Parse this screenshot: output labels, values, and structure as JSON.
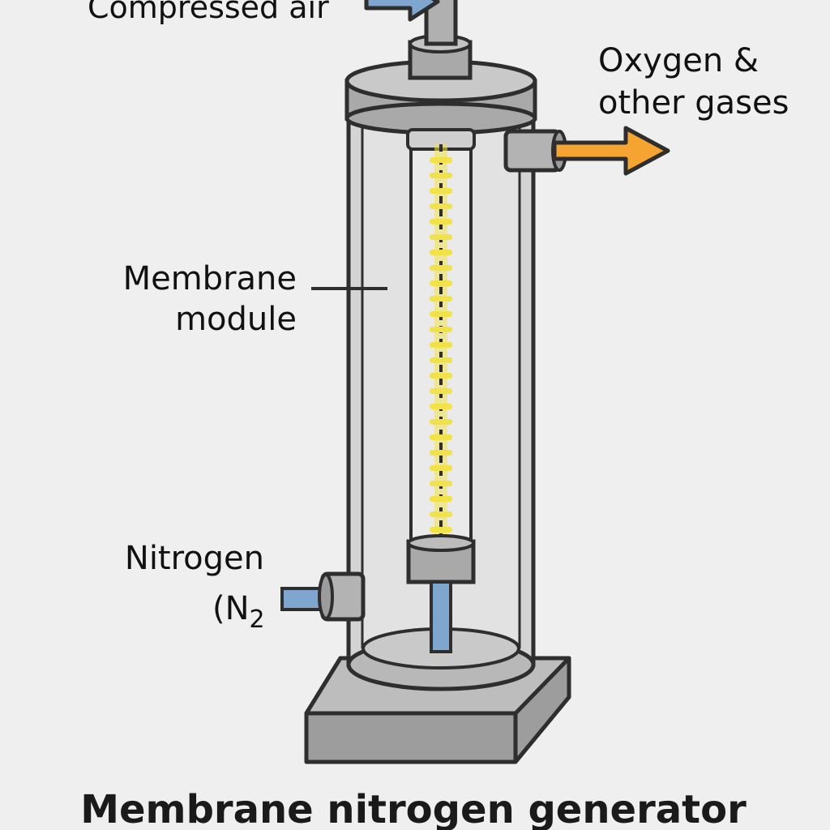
{
  "title": "Membrane nitrogen generator",
  "labels": {
    "inlet": "Compressed air",
    "outlet_line1": "Oxygen &",
    "outlet_line2": "other gases",
    "module_line1": "Membrane",
    "module_line2": "module",
    "product_line1": "Nitrogen",
    "product_line2": "(N",
    "product_subscript": "2"
  },
  "colors": {
    "background": "#efefef",
    "outline": "#2e2e2e",
    "steel": "#a9a9a9",
    "steel_light": "#c9c9c9",
    "glass": "#d8d8d8",
    "inlet_air": "#7ea6cf",
    "oxygen_arrow": "#f6a431",
    "membrane": "#f2e24a"
  }
}
